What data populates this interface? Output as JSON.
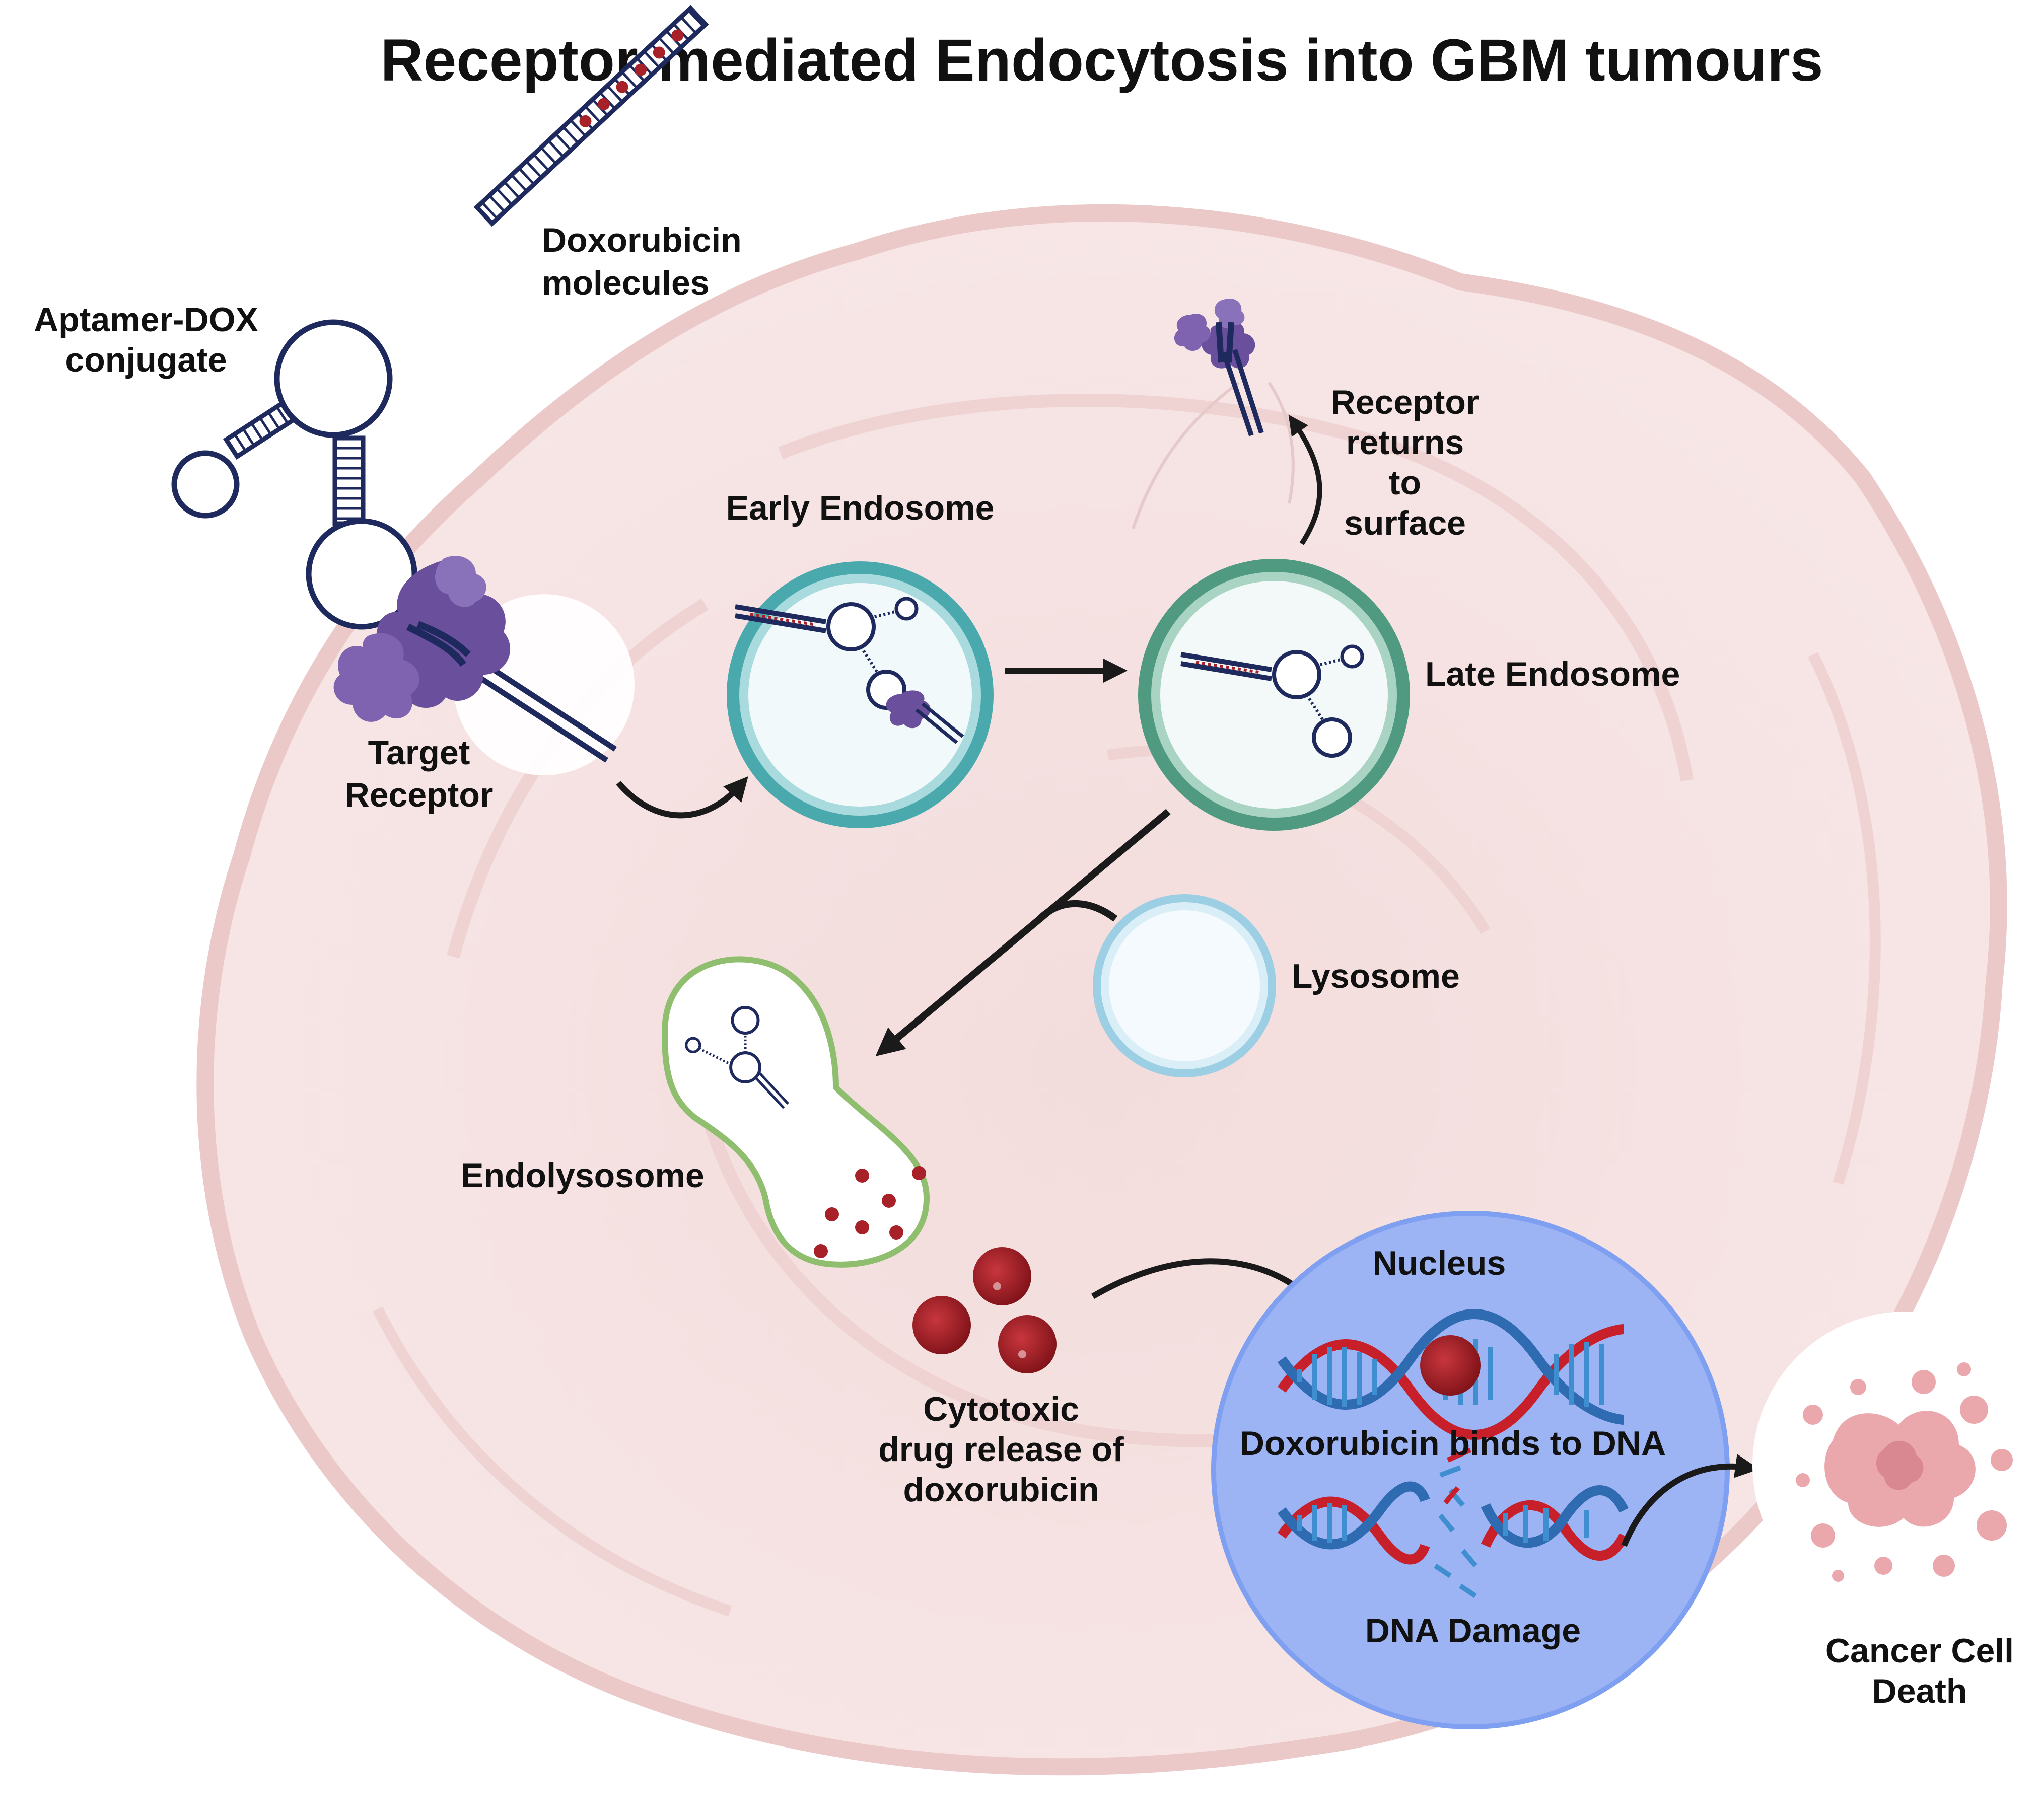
{
  "title": "Receptor-mediated Endocytosis into GBM tumours",
  "labels": {
    "aptamer_line1": "Aptamer-DOX",
    "aptamer_line2": "conjugate",
    "dox_line1": "Doxorubicin",
    "dox_line2": "molecules",
    "target_line1": "Target",
    "target_line2": "Receptor",
    "early_endosome": "Early Endosome",
    "late_endosome": "Late Endosome",
    "receptor_line1": "Receptor",
    "receptor_line2": "returns",
    "receptor_line3": "to",
    "receptor_line4": "surface",
    "lysosome": "Lysosome",
    "endolysosome": "Endolysosome",
    "cyto_line1": "Cytotoxic",
    "cyto_line2": "drug release of",
    "cyto_line3": "doxorubicin",
    "nucleus": "Nucleus",
    "binds_dna": "Doxorubicin binds to DNA",
    "dna_damage": "DNA Damage",
    "death_line1": "Cancer Cell",
    "death_line2": "Death"
  },
  "colors": {
    "cell_fill": "#f7e3e3",
    "cell_outline": "#ecc9c9",
    "aptamer": "#1e2a5e",
    "receptor": "#6a4f9c",
    "early_ring": "#49a9ad",
    "late_ring": "#4f9a80",
    "lysosome_ring": "#9ccfe3",
    "endolysosome_ring": "#8fbf6e",
    "dox_red": "#a82128",
    "nucleus_fill": "#9db4f4",
    "nucleus_ring": "#7f9ff0",
    "dna_blue": "#2e6bb0",
    "dna_red": "#c8202a",
    "dead_cell": "#eaa8ad"
  },
  "icons": [
    "aptamer-icon",
    "receptor-icon",
    "endosome-icon",
    "lysosome-icon",
    "dna-icon",
    "dead-cell-icon"
  ]
}
